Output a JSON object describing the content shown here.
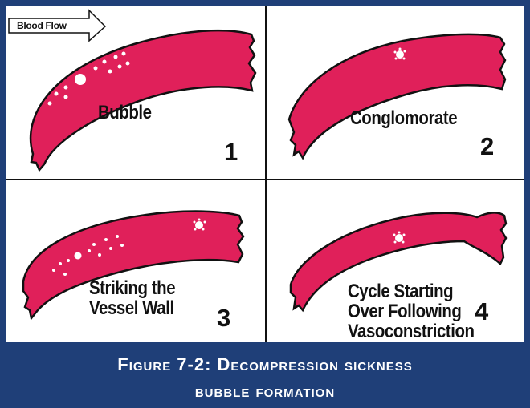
{
  "flow_label": "Blood Flow",
  "panels": [
    {
      "label_lines": [
        "Bubble"
      ],
      "number": "1"
    },
    {
      "label_lines": [
        "Conglomorate"
      ],
      "number": "2"
    },
    {
      "label_lines": [
        "Striking the",
        "Vessel Wall"
      ],
      "number": "3"
    },
    {
      "label_lines": [
        "Cycle Starting",
        "Over Following",
        "Vasoconstriction"
      ],
      "number": "4"
    }
  ],
  "caption": {
    "line1": "Figure 7-2: Decompression sickness",
    "line2": "bubble formation"
  },
  "colors": {
    "frame": "#1f3f78",
    "vessel": "#e0205a",
    "outline": "#111111",
    "bubble": "#ffffff"
  }
}
